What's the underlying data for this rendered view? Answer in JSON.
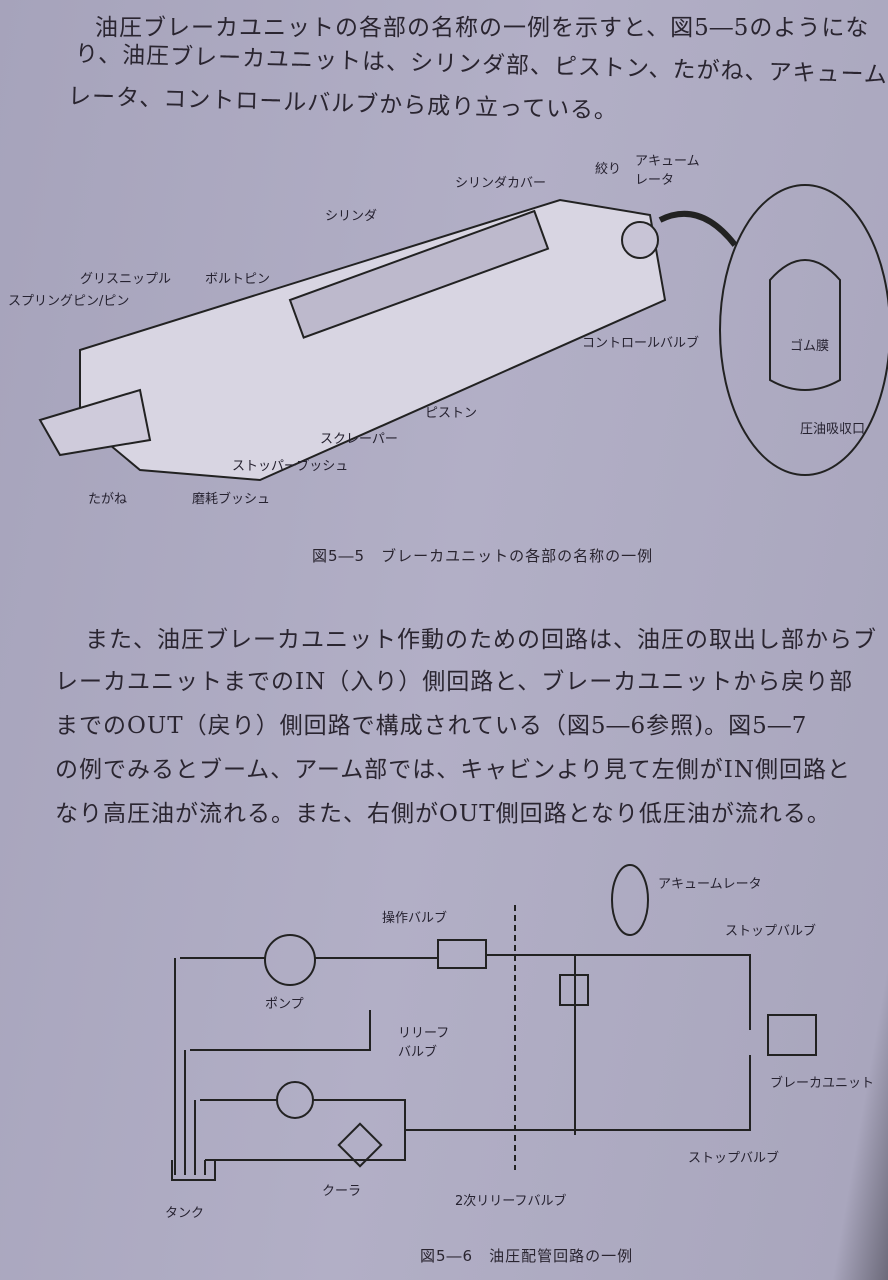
{
  "intro": [
    "油圧ブレーカユニットの各部の名称の一例を示すと、図5―5のようにな",
    "り、油圧ブレーカユニットは、シリンダ部、ピストン、たがね、アキューム",
    "レータ、コントロールバルブから成り立っている。"
  ],
  "fig5": {
    "caption": "図5―5　ブレーカユニットの各部の名称の一例",
    "labels": {
      "cylinder_cover": "シリンダカバー",
      "throttle": "絞り",
      "accumulator": "アキューム\nレータ",
      "cylinder": "シリンダ",
      "grease_nipple": "グリスニップル",
      "bolt_pin": "ボルトピン",
      "spring_pin": "スプリングピン/ピン",
      "control_valve": "コントロールバルブ",
      "piston": "ピストン",
      "scraper": "スクレーパー",
      "stopper_bush": "ストッパーブッシュ",
      "chisel": "たがね",
      "wear_bush": "磨耗ブッシュ",
      "rubber_membrane": "ゴム膜",
      "inlet": "圧油吸収口"
    }
  },
  "body": [
    "また、油圧ブレーカユニット作動のための回路は、油圧の取出し部からブ",
    "レーカユニットまでのIN（入り）側回路と、ブレーカユニットから戻り部",
    "までのOUT（戻り）側回路で構成されている（図5―6参照)。図5―7",
    "の例でみるとブーム、アーム部では、キャビンより見て左側がIN側回路と",
    "なり高圧油が流れる。また、右側がOUT側回路となり低圧油が流れる。"
  ],
  "fig6": {
    "caption": "図5―6　油圧配管回路の一例",
    "labels": {
      "accumulator": "アキュームレータ",
      "operation_valve": "操作バルブ",
      "stop_valve_top": "ストップバルブ",
      "pump": "ポンプ",
      "relief_valve": "リリーフ\nバルブ",
      "breaker_unit": "ブレーカユニット",
      "stop_valve_bottom": "ストップバルブ",
      "cooler": "クーラ",
      "secondary_relief": "2次リリーフバルブ",
      "tank": "タンク"
    }
  }
}
